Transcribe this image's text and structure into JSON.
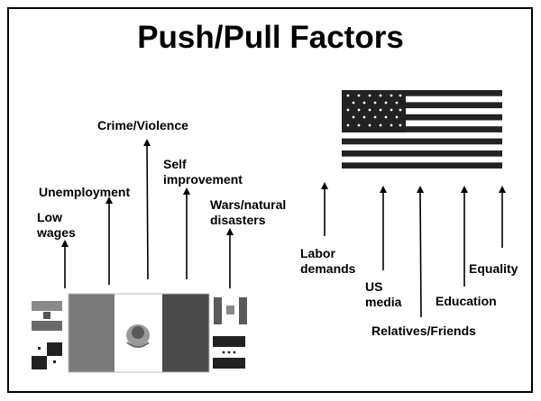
{
  "title": "Push/Pull Factors",
  "push_factors": {
    "low_wages": "Low\nwages",
    "unemployment": "Unemployment",
    "crime": "Crime/Violence",
    "self_improvement": "Self\nimprovement",
    "wars": "Wars/natural\ndisasters"
  },
  "pull_factors": {
    "labor": "Labor\ndemands",
    "media": "US\nmedia",
    "relatives": "Relatives/Friends",
    "education": "Education",
    "equality": "Equality"
  },
  "colors": {
    "mexico_green": "#7a7a7a",
    "mexico_red": "#4a4a4a",
    "us_stripe": "#222222"
  }
}
